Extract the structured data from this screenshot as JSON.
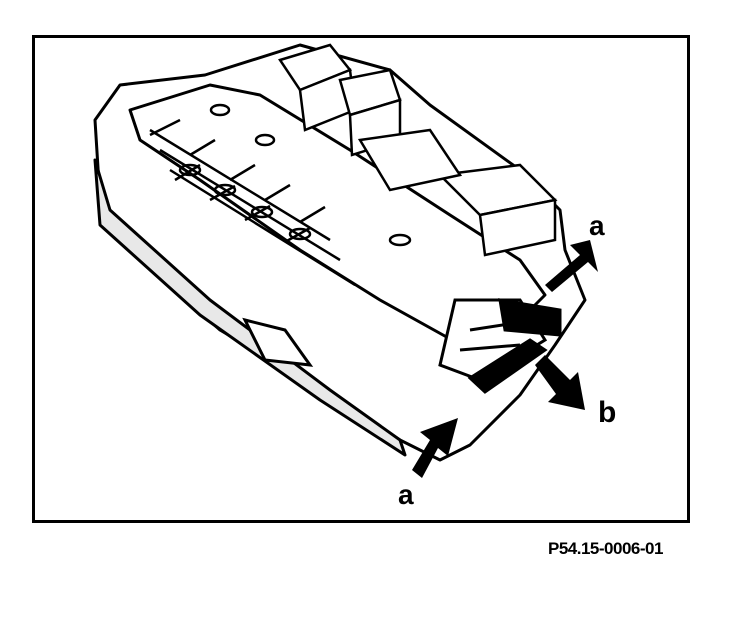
{
  "figure": {
    "callouts": {
      "a_top": "a",
      "a_bottom": "a",
      "b": "b"
    },
    "code": "P54.15-0006-01"
  }
}
